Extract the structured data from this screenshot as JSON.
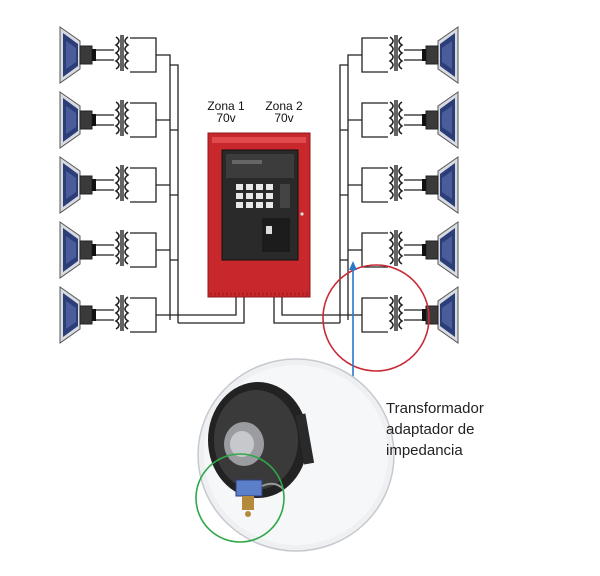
{
  "zones": [
    {
      "name": "Zona 1",
      "voltage": "70v"
    },
    {
      "name": "Zona 2",
      "voltage": "70v"
    }
  ],
  "callout": {
    "lines": [
      "Transformador",
      "adaptador de",
      "impedancia"
    ]
  },
  "colors": {
    "panel_red": "#c8282c",
    "panel_dark": "#2a2a2a",
    "speaker_blue": "#2c3e78",
    "highlight_red": "#c82a36",
    "highlight_green": "#2ea84a",
    "pointer_blue": "#2a78c8",
    "wire": "#222222"
  },
  "speakers": {
    "left_count": 5,
    "right_count": 5
  }
}
